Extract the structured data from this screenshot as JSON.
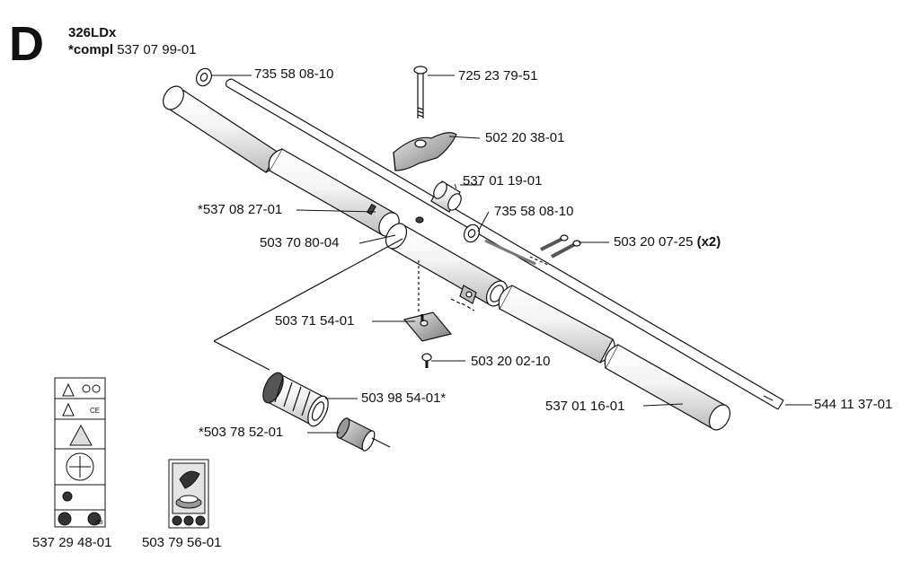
{
  "header": {
    "section_letter": "D",
    "model": "326LDx",
    "compl_prefix": "*compl",
    "compl_number": "537 07 99-01"
  },
  "parts": {
    "washer_top": "735 58 08-10",
    "bolt_top": "725 23 79-51",
    "knob": "502 20 38-01",
    "sleeve": "537 01 19-01",
    "tube_star": "*537 08 27-01",
    "washer_mid": "735 58 08-10",
    "clamp": "503 70 80-04",
    "screws": "503 20 07-25",
    "screws_qty": "(x2)",
    "bracket": "503 71 54-01",
    "screw_small": "503 20 02-10",
    "bearing": "503 98 54-01*",
    "bushing": "*503 78 52-01",
    "tube_main": "537 01 16-01",
    "drive_shaft": "544 11 37-01"
  },
  "decals": {
    "left_caption": "537 29 48-01",
    "right_caption": "503 79 56-01",
    "left_ce": "CE",
    "left_db": "dB"
  },
  "colors": {
    "ink": "#111111",
    "paper": "#ffffff",
    "tube_shade": "#cfcfcf",
    "tube_light": "#f2f2f2"
  }
}
